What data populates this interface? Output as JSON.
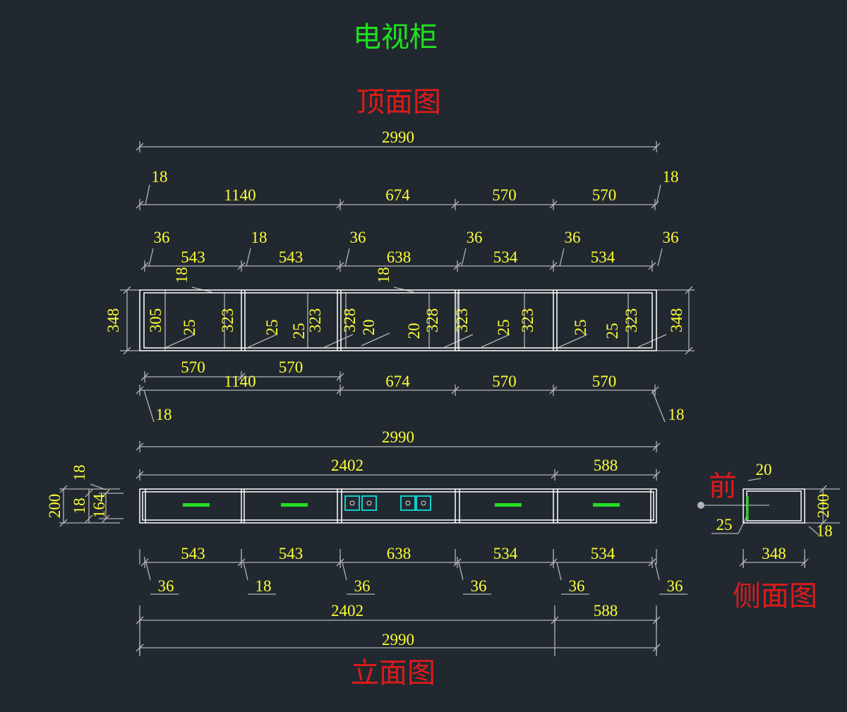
{
  "title": "电视柜",
  "labels": {
    "top_view": "顶面图",
    "front_view": "立面图",
    "side_view": "侧面图",
    "front_marker": "前"
  },
  "colors": {
    "background": "#212830",
    "dimension_text": "#ffff33",
    "dimension_line": "#b4b4b4",
    "outline": "#ffffff",
    "title": "#1fe21f",
    "view_label": "#e01a1a",
    "handle": "#22dd22",
    "socket": "#11cccc"
  },
  "top_view": {
    "overall": "2990",
    "ends": [
      "18",
      "18"
    ],
    "top_row": [
      "1140",
      "674",
      "570",
      "570"
    ],
    "inner_top": [
      "543",
      "543",
      "638",
      "534",
      "534"
    ],
    "panels_top": [
      "36",
      "18",
      "36",
      "36",
      "36",
      "36"
    ],
    "depth": "348",
    "inner_depth_left": "305",
    "small_offsets": [
      "18",
      "18"
    ],
    "vertical_inner": [
      "323",
      "323",
      "328",
      "328",
      "323",
      "323",
      "323",
      "323"
    ],
    "gaps": [
      "25",
      "25",
      "25",
      "20",
      "20",
      "25",
      "25",
      "25"
    ],
    "bottom_sub": [
      "570",
      "570"
    ],
    "bottom_row": [
      "1140",
      "674",
      "570",
      "570"
    ],
    "bottom_ends": [
      "18",
      "18"
    ]
  },
  "front_view": {
    "overall": "2990",
    "split": [
      "2402",
      "588"
    ],
    "height": "200",
    "plate": "18",
    "top_plate": "18",
    "inner_height": "164",
    "inner_bottom": [
      "543",
      "543",
      "638",
      "534",
      "534"
    ],
    "panels_bottom": [
      "36",
      "18",
      "36",
      "36",
      "36",
      "36"
    ],
    "split_bottom": [
      "2402",
      "588"
    ],
    "overall_bottom": "2990"
  },
  "side_view": {
    "top_offset": "20",
    "height": "200",
    "front_inset": "25",
    "plate": "18",
    "depth": "348"
  }
}
